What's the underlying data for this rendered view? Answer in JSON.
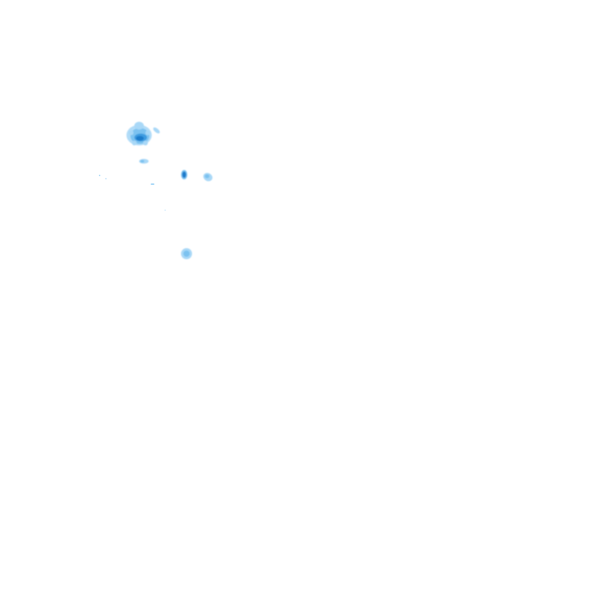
{
  "layer": {
    "type": "precipitation-radar-overlay",
    "background": "#ffffff"
  },
  "colors": {
    "light": "#a9d8f7",
    "medium": "#7cc2f0",
    "strong": "#3d9be0",
    "core": "#1f7ccb"
  },
  "echo_intensities": [
    "light",
    "medium",
    "strong",
    "core"
  ]
}
